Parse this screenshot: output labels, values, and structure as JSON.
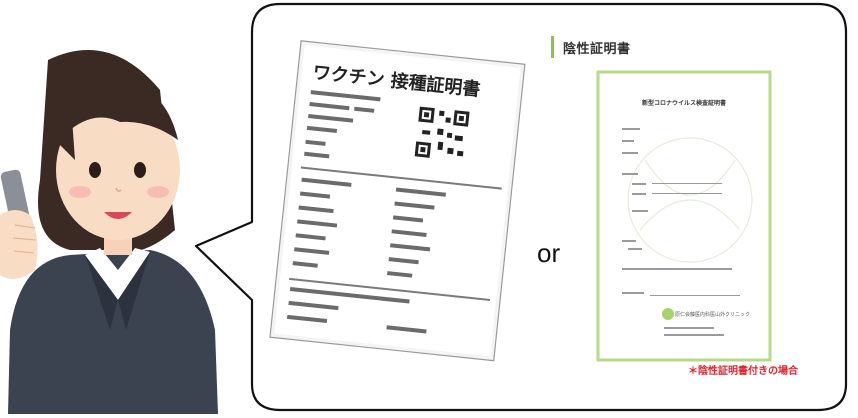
{
  "vaccine_cert": {
    "title": "ワクチン 接種証明書"
  },
  "negative_cert": {
    "section_title": "陰性証明書",
    "doc_title": "新型コロナウイルス検査証明書",
    "clinic_name": "原仁会藤医内科医山外クリニック",
    "note": "＊陰性証明書付きの場合"
  },
  "separator": {
    "or_label": "or"
  },
  "colors": {
    "accent_green": "#8cc63f",
    "note_red": "#e0262e",
    "bubble_stroke": "#111111"
  }
}
